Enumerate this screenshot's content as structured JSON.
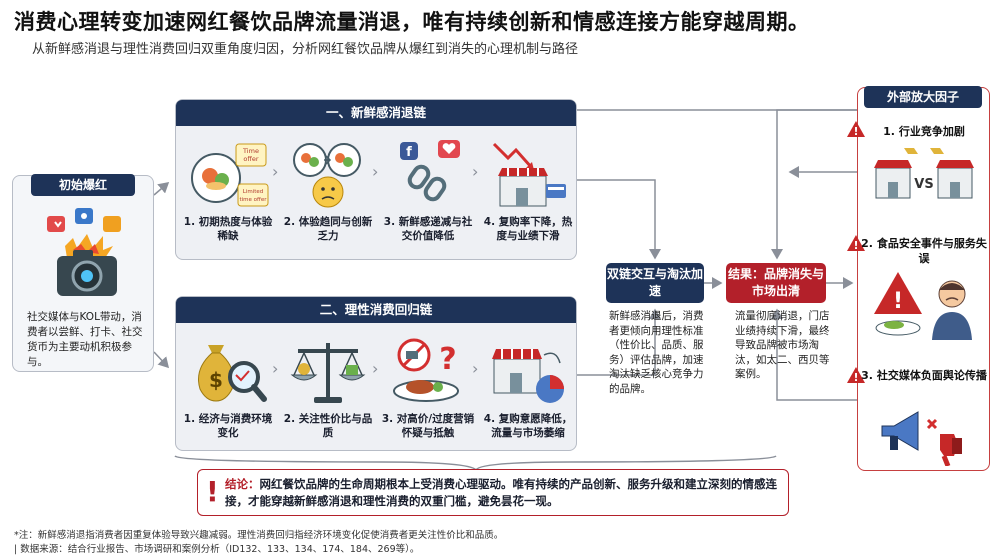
{
  "title": "消费心理转变加速网红餐饮品牌流量消退，唯有持续创新和情感连接方能穿越周期。",
  "subtitle": "从新鲜感消退与理性消费回归双重角度归因，分析网红餐饮品牌从爆红到消失的心理机制与路径",
  "start": {
    "header": "初始爆红",
    "text": "社交媒体与KOL带动，消费者以尝鲜、打卡、社交货币为主要动机积极参与。"
  },
  "chain1": {
    "header": "一、新鲜感消退链",
    "time_offer": "Time offer",
    "limited_offer": "Limited time offer",
    "fb_glyph": "f",
    "steps": [
      {
        "label": "1. 初期热度与体验稀缺"
      },
      {
        "label": "2. 体验趋同与创新乏力"
      },
      {
        "label": "3. 新鲜感递减与社交价值降低"
      },
      {
        "label": "4. 复购率下降，热度与业绩下滑"
      }
    ]
  },
  "chain2": {
    "header": "二、理性消费回归链",
    "dollar_glyph": "$",
    "question_glyph": "?",
    "steps": [
      {
        "label": "1. 经济与消费环境变化"
      },
      {
        "label": "2. 关注性价比与品质"
      },
      {
        "label": "3. 对高价/过度营销怀疑与抵触"
      },
      {
        "label": "4. 复购意愿降低，流量与市场萎缩"
      }
    ]
  },
  "mid": {
    "header": "双链交互与淘汰加速",
    "text": "新鲜感消退后，消费者更倾向用理性标准（性价比、品质、服务）评估品牌，加速淘汰缺乏核心竞争力的品牌。"
  },
  "end": {
    "header": "结果：品牌消失与市场出清",
    "text": "流量彻底消退，门店业绩持续下滑，最终导致品牌被市场淘汰，如太二、西贝等案例。"
  },
  "external": {
    "header": "外部放大因子",
    "vs_label": "VS",
    "warn_glyph": "!",
    "items": [
      {
        "label": "1. 行业竞争加剧"
      },
      {
        "label": "2. 食品安全事件与服务失误"
      },
      {
        "label": "3. 社交媒体负面舆论传播"
      }
    ]
  },
  "conclusion": {
    "mark": "!",
    "key": "结论：",
    "text": "网红餐饮品牌的生命周期根本上受消费心理驱动。唯有持续的产品创新、服务升级和建立深刻的情感连接，才能穿越新鲜感消退和理性消费的双重门槛，避免昙花一现。"
  },
  "footnote": {
    "note": "*注：新鲜感消退指消费者因重复体验导致兴趣减弱。理性消费回归指经济环境变化促使消费者更关注性价比和品质。",
    "source": "| 数据来源：结合行业报告、市场调研和案例分析（ID132、133、134、174、184、269等）。"
  },
  "colors": {
    "navy": "#1e3358",
    "red": "#b3202a",
    "panel": "#eef0f4"
  }
}
